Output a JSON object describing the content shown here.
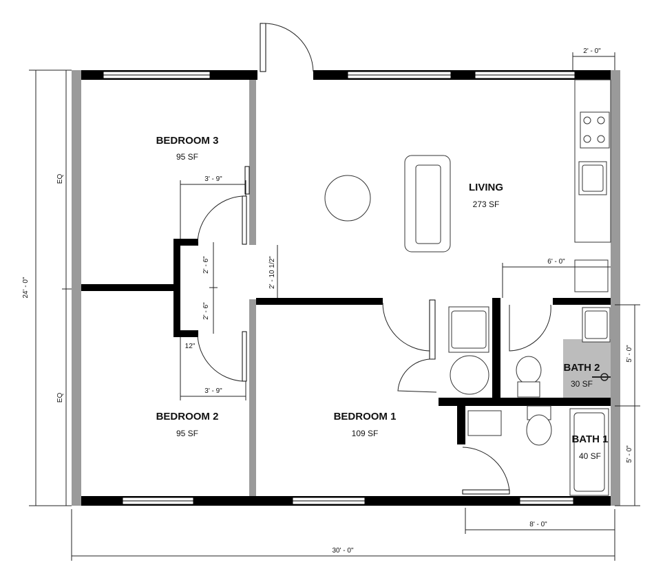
{
  "rooms": {
    "bedroom3": {
      "name": "BEDROOM 3",
      "area": "95 SF"
    },
    "bedroom2": {
      "name": "BEDROOM 2",
      "area": "95 SF"
    },
    "bedroom1": {
      "name": "BEDROOM 1",
      "area": "109 SF"
    },
    "living": {
      "name": "LIVING",
      "area": "273 SF"
    },
    "bath2": {
      "name": "BATH 2",
      "area": "30 SF"
    },
    "bath1": {
      "name": "BATH 1",
      "area": "40 SF"
    }
  },
  "dimensions": {
    "overall_width": "30' - 0\"",
    "overall_depth": "24' - 0\"",
    "eq_top": "EQ",
    "eq_bottom": "EQ",
    "kitchen_width": "2' - 0\"",
    "closet_top": "3' - 9\"",
    "closet_bottom": "3' - 9\"",
    "closet_depth_top": "2' - 6\"",
    "closet_depth_bottom": "2' - 6\"",
    "wall_thickness": "12\"",
    "hall_width": "2' - 10 1/2\"",
    "bath_block": "6' - 0\"",
    "bath2_depth": "5' - 0\"",
    "bath1_depth": "5' - 0\"",
    "bath1_width": "8' - 0\""
  }
}
